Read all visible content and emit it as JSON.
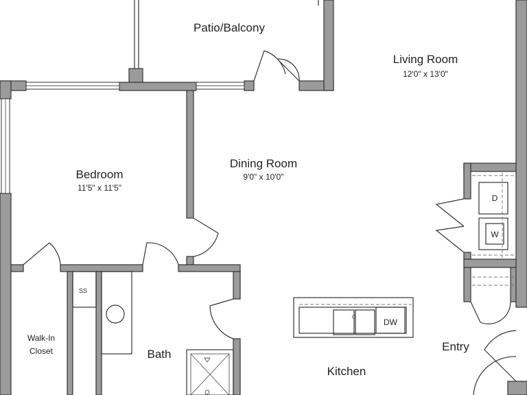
{
  "rooms": {
    "patio": {
      "name": "Patio/Balcony"
    },
    "living": {
      "name": "Living Room",
      "dims": "12'0\" x 13'0\""
    },
    "dining": {
      "name": "Dining Room",
      "dims": "9'0\" x 10'0\""
    },
    "bedroom": {
      "name": "Bedroom",
      "dims": "11'5\" x 11'5\""
    },
    "closet": {
      "name_line1": "Walk-In",
      "name_line2": "Closet"
    },
    "bath": {
      "name": "Bath"
    },
    "kitchen": {
      "name": "Kitchen"
    },
    "entry": {
      "name": "Entry"
    }
  },
  "fixtures": {
    "dryer": "D",
    "washer": "W",
    "dishwasher": "DW",
    "shelf": "SS"
  },
  "colors": {
    "wall_fill": "#9b9b9b",
    "line": "#333333",
    "background": "#ffffff"
  }
}
